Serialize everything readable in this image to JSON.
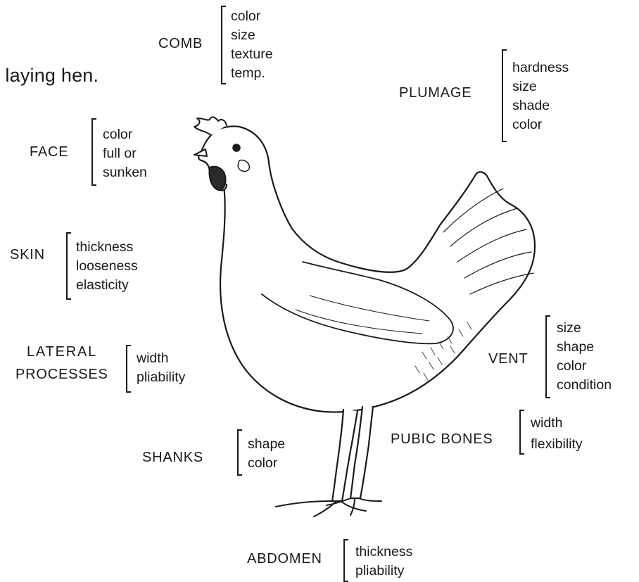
{
  "caption": "y laying hen.",
  "labels": {
    "comb": {
      "title": "COMB",
      "items": [
        "color",
        "size",
        "texture",
        "temp."
      ]
    },
    "plumage": {
      "title": "PLUMAGE",
      "items": [
        "hardness",
        "size",
        "shade",
        "color"
      ]
    },
    "face": {
      "title": "FACE",
      "items": [
        "color",
        "full or",
        "sunken"
      ]
    },
    "skin": {
      "title": "SKIN",
      "items": [
        "thickness",
        "looseness",
        "elasticity"
      ]
    },
    "lateral": {
      "title_line1": "LATERAL",
      "title_line2": "PROCESSES",
      "items": [
        "width",
        "pliability"
      ]
    },
    "vent": {
      "title": "VENT",
      "items": [
        "size",
        "shape",
        "color",
        "condition"
      ]
    },
    "pubic": {
      "title": "PUBIC BONES",
      "items": [
        "width",
        "flexibility"
      ]
    },
    "shanks": {
      "title": "SHANKS",
      "items": [
        "shape",
        "color"
      ]
    },
    "abdomen": {
      "title": "ABDOMEN",
      "items": [
        "thickness",
        "pliability"
      ]
    }
  },
  "illustration": "hen-drawing"
}
